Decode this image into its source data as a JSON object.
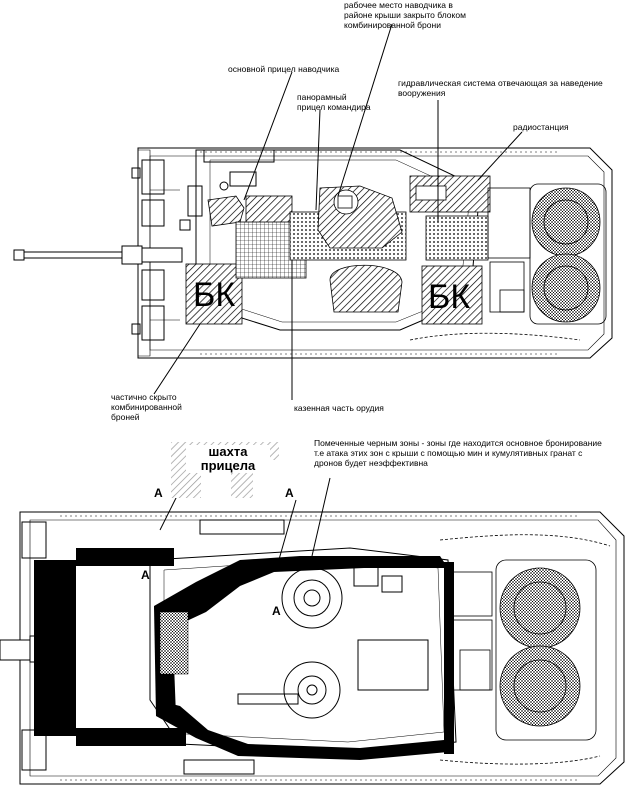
{
  "labels": {
    "gunner_workplace": "рабочее место наводчика в районе крыши закрыто блоком комбинированной брони",
    "gunner_main_sight": "основной прицел наводчика",
    "commander_panoramic_sight": "панорамный прицел командира",
    "hydraulic_system": "гидравлическая система отвечающая за наведение вооружения",
    "radio_station": "радиостанция",
    "partial_armor": "частично скрыто комбинированной броней",
    "gun_breech": "казенная часть орудия",
    "black_zones_note": "Помеченные черным зоны - зоны где находится основное бронирование т.е атака этих зон с крыши с помощью мин и кумулятивных гранат с дронов будет неэффективна",
    "sight_shaft": "шахта прицела",
    "ammo_left": "БК",
    "ammo_right": "БК",
    "marker_a": "А"
  },
  "colors": {
    "line": "#000000",
    "armor_black": "#000000",
    "hatch_fill": "#e8e8e8",
    "background": "#ffffff"
  }
}
